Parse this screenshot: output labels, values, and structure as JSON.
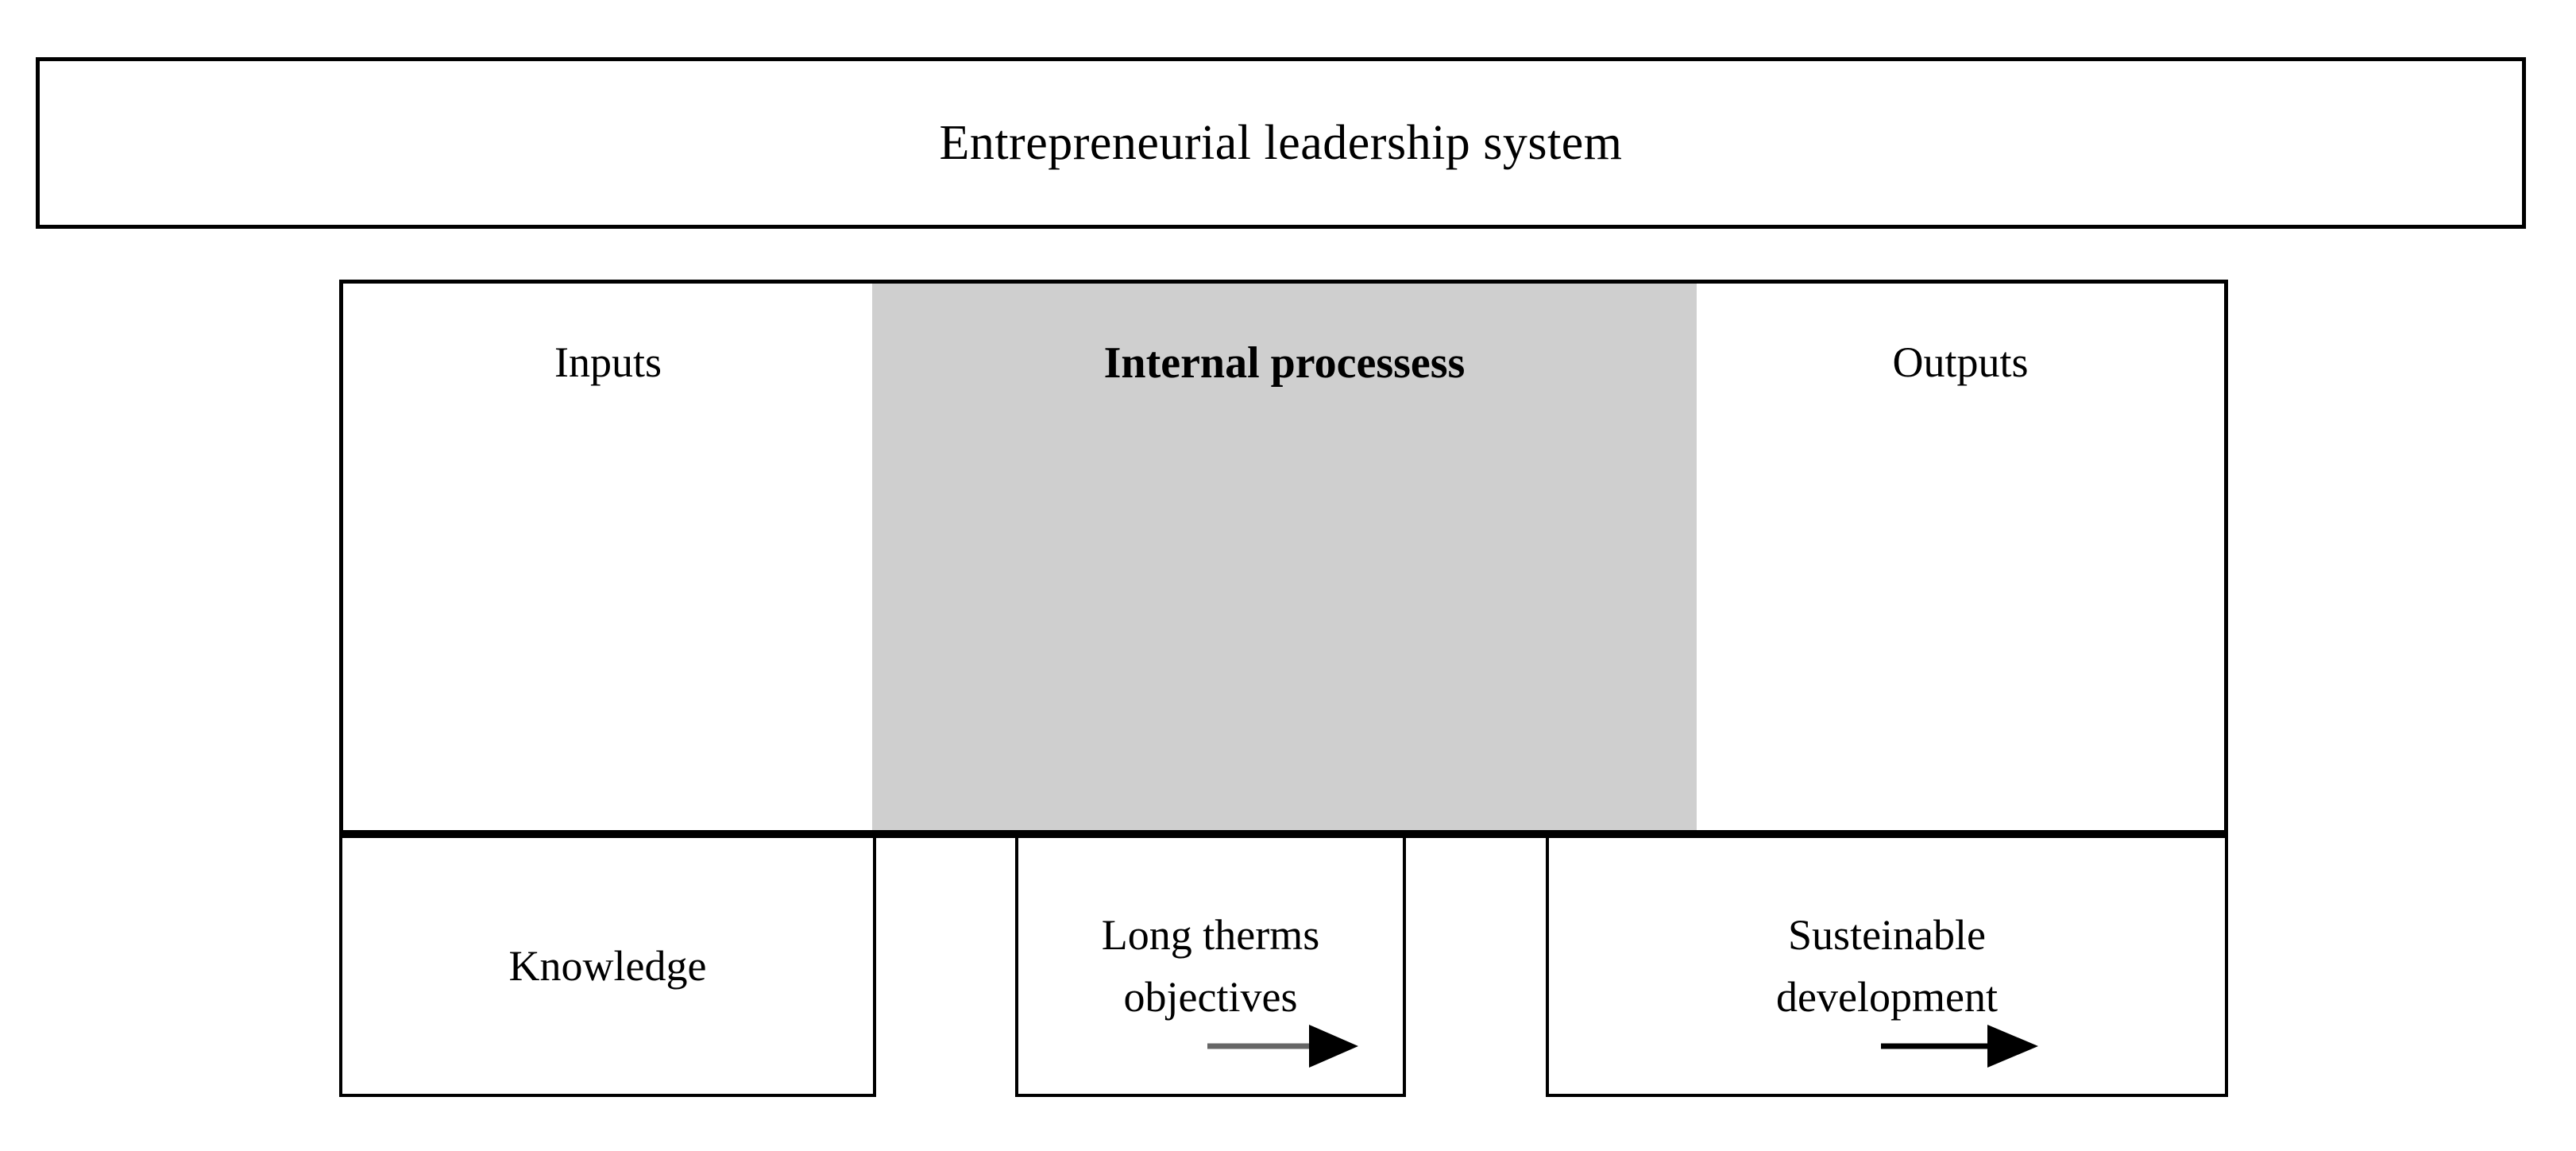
{
  "diagram": {
    "title": "Entrepreneurial leadership system",
    "columns": [
      {
        "key": "inputs",
        "label": "Inputs",
        "emphasis": "normal",
        "background": "#ffffff"
      },
      {
        "key": "internal",
        "label": "Internal processess",
        "emphasis": "bold",
        "background": "#cfcfcf"
      },
      {
        "key": "outputs",
        "label": "Outputs",
        "emphasis": "normal",
        "background": "#ffffff"
      }
    ],
    "nodes": [
      {
        "key": "knowledge",
        "label": "Knowledge",
        "line1": "Knowledge",
        "line2": ""
      },
      {
        "key": "objectives",
        "label": "Long therms objectives",
        "line1": "Long therms",
        "line2": "objectives"
      },
      {
        "key": "sustainable",
        "label": "Susteinable development",
        "line1": "Susteinable",
        "line2": "development"
      }
    ],
    "arrows": [
      {
        "key": "arrow-knowledge-to-objectives",
        "from": "knowledge",
        "to": "objectives",
        "color": "#666666",
        "direction": "right"
      },
      {
        "key": "arrow-objectives-to-outcome",
        "from": "objectives",
        "to": "sustainable",
        "color": "#000000",
        "direction": "right"
      }
    ],
    "colors": {
      "border": "#000000",
      "highlight_fill": "#cfcfcf",
      "page_background": "#ffffff",
      "arrow_light": "#666666",
      "arrow_dark": "#000000"
    }
  }
}
